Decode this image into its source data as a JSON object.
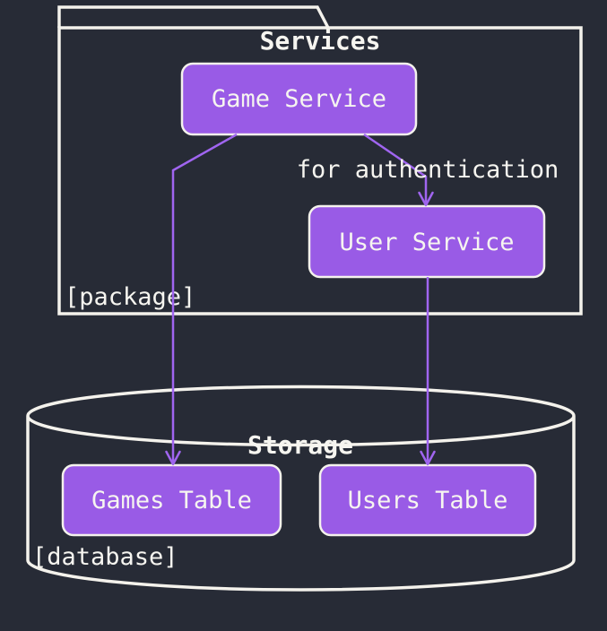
{
  "diagram": {
    "services_package": {
      "title": "Services",
      "tag": "[package]"
    },
    "storage_database": {
      "title": "Storage",
      "tag": "[database]"
    },
    "nodes": {
      "game_service": {
        "label": "Game Service"
      },
      "user_service": {
        "label": "User Service"
      },
      "games_table": {
        "label": "Games Table"
      },
      "users_table": {
        "label": "Users Table"
      }
    },
    "edges": [
      {
        "from": "Game Service",
        "to": "Games Table",
        "label": ""
      },
      {
        "from": "Game Service",
        "to": "User Service",
        "label": "for authentication"
      },
      {
        "from": "User Service",
        "to": "Users Table",
        "label": ""
      }
    ],
    "colors": {
      "background": "#272b36",
      "node_fill": "#995be6",
      "node_border": "#f4f2ec",
      "container_border": "#f4f2ec",
      "edge": "#a065f0",
      "text": "#f6f5f0"
    }
  }
}
